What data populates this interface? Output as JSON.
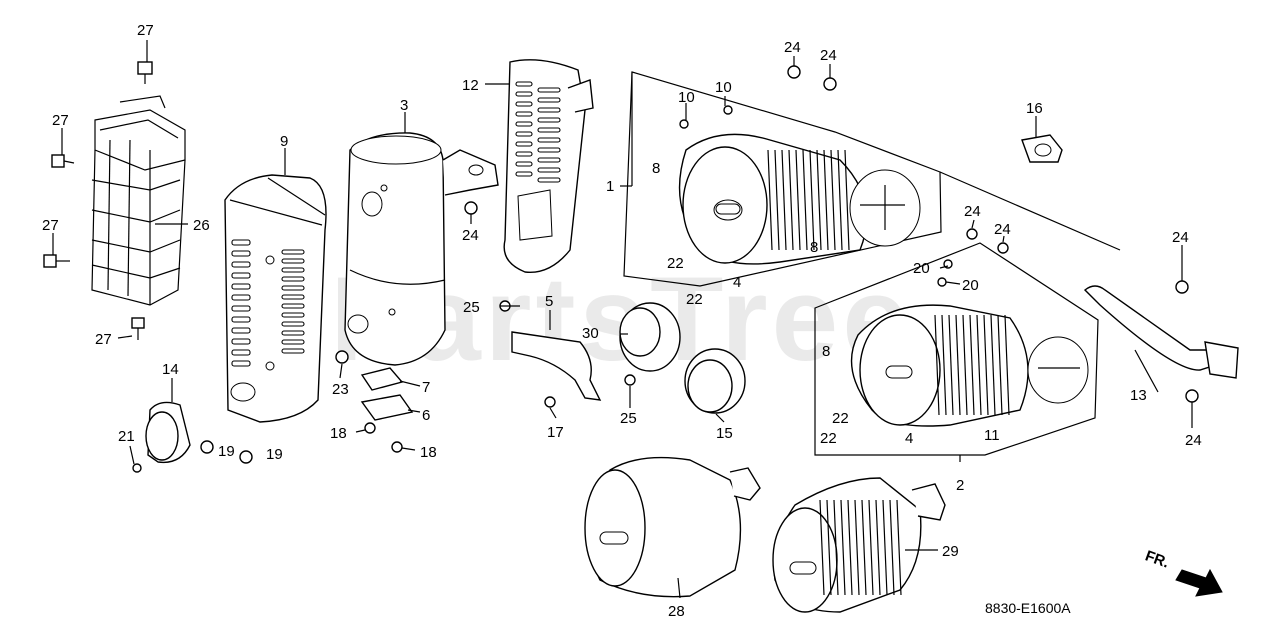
{
  "watermark": "PartsTree",
  "diagram_code": "8830-E1600A",
  "direction_label": "FR.",
  "callouts": {
    "c27a": "27",
    "c27b": "27",
    "c27c": "27",
    "c27d": "27",
    "c26": "26",
    "c9": "9",
    "c3": "3",
    "c24a": "24",
    "c12": "12",
    "c1": "1",
    "c8a": "8",
    "c10a": "10",
    "c10b": "10",
    "c24b": "24",
    "c24c": "24",
    "c16": "16",
    "c22a": "22",
    "c22b": "22",
    "c4a": "4",
    "c8b": "8",
    "c24d": "24",
    "c24e": "24",
    "c20a": "20",
    "c20b": "20",
    "c24f": "24",
    "c13": "13",
    "c24g": "24",
    "c25a": "25",
    "c5": "5",
    "c30": "30",
    "c8c": "8",
    "c22c": "22",
    "c22d": "22",
    "c4b": "4",
    "c11": "11",
    "c2": "2",
    "c14": "14",
    "c21": "21",
    "c19a": "19",
    "c19b": "19",
    "c23": "23",
    "c7": "7",
    "c6": "6",
    "c18a": "18",
    "c18b": "18",
    "c17": "17",
    "c25b": "25",
    "c15": "15",
    "c28": "28",
    "c29": "29"
  }
}
